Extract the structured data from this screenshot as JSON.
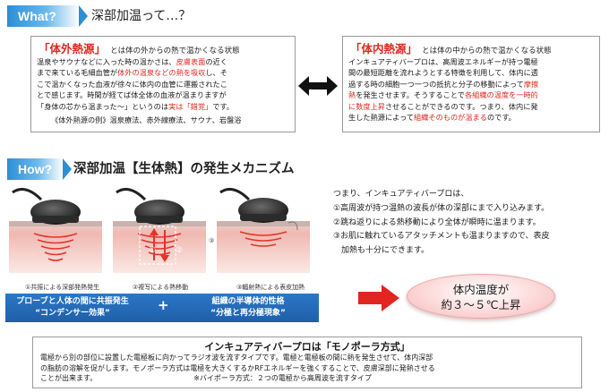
{
  "section1": {
    "tag": "What?",
    "title": "深部加温って…？"
  },
  "left_box": {
    "title": "「体外熱源」",
    "subtitle": "とは体の外からの熱で温かくなる状態",
    "lines": [
      [
        {
          "t": "温泉やサウナなどに入った時の温かさは、"
        },
        {
          "t": "皮膚表面",
          "r": true
        },
        {
          "t": "の近く"
        }
      ],
      [
        {
          "t": "まで来ている毛細血管が"
        },
        {
          "t": "体外の温泉などの熱を吸収",
          "r": true
        },
        {
          "t": "し、そ"
        }
      ],
      [
        {
          "t": "こで温かくなった血液が徐々に体内の血管に運搬されたこ"
        }
      ],
      [
        {
          "t": "とで感じます。時間が経てば体全体の血液が温まりますが"
        }
      ],
      [
        {
          "t": "「身体の芯から温まった～」というのは"
        },
        {
          "t": "実は「錯覚」",
          "r": true
        },
        {
          "t": "です。"
        }
      ]
    ],
    "example": "《体外熱源の例》温泉療法、赤外線療法、サウナ、岩盤浴"
  },
  "right_box": {
    "title": "「体内熱源」",
    "subtitle": "とは体の中からの熱で温かくなる状態",
    "lines": [
      [
        {
          "t": "インキュアティバープロは、高周波エネルギーが持つ電極"
        }
      ],
      [
        {
          "t": "間の最短距離を流れようとする特徴を利用して、体内に透"
        }
      ],
      [
        {
          "t": "過する時の細胞一つ一つの抵抗と分子の移動によって"
        },
        {
          "t": "摩擦",
          "r": true
        }
      ],
      [
        {
          "t": "熱",
          "r": true
        },
        {
          "t": "を発生させます。そうすることで"
        },
        {
          "t": "各組織の温度を一時的",
          "r": true
        }
      ],
      [
        {
          "t": "に数度上昇",
          "r": true
        },
        {
          "t": "させることができるのです。つまり、体内に発"
        }
      ],
      [
        {
          "t": "生した熱源によって"
        },
        {
          "t": "組織そのものが温まる",
          "r": true
        },
        {
          "t": "のです。"
        }
      ]
    ]
  },
  "section2": {
    "tag": "How?",
    "title": "深部加温【生体熱】の発生メカニズム"
  },
  "diagram": {
    "caption1": "①共振による深部発熱発生",
    "caption2": "②複写による熱移動",
    "caption3": "③輻射熱による表皮加熱",
    "marker1": "①",
    "marker2": "②",
    "marker3": "③"
  },
  "explanation": {
    "intro": "つまり、インキュアティバープロは、",
    "items": [
      "①高周波が持つ温熱の波長が体の深部にまで入り込みます。",
      "②跳ね返りによる熱移動により全体が瞬時に温まります。",
      "③お肌に触れているアタッチメントも温まりますので、表皮",
      "　加熱も十分にできます。"
    ]
  },
  "labels": {
    "left_line1": "プローブと人体の間に共振発生",
    "left_line2": "“コンデンサー効果”",
    "plus": "+",
    "right_line1": "組織の半導体的性格",
    "right_line2": "“分極と再分極現象”"
  },
  "result": {
    "line1": "体内温度が",
    "line2": "約３～５℃上昇"
  },
  "bottom": {
    "title": "インキュアティバープロは「モノポーラ方式」",
    "lines": [
      "電極から別の部位に設置した電極板に向かってラジオ波を流すタイプです。電極と電極板の間に熱を発生させて、体内深部",
      "の脂肪の溶解を促がします。モノポーラ方式は電極を大きくするかRFエネルギーを強くすることで、皮膚深部に発熱させる",
      "ことが出来ます。　　　　　　　　　　　　　　※バイポーラ方式：２つの電極から高周波を流すタイプ"
    ]
  },
  "colors": {
    "accent_blue": "#2b8fd6",
    "highlight_red": "#e0261f",
    "result_pink": "#f7b8b8"
  }
}
